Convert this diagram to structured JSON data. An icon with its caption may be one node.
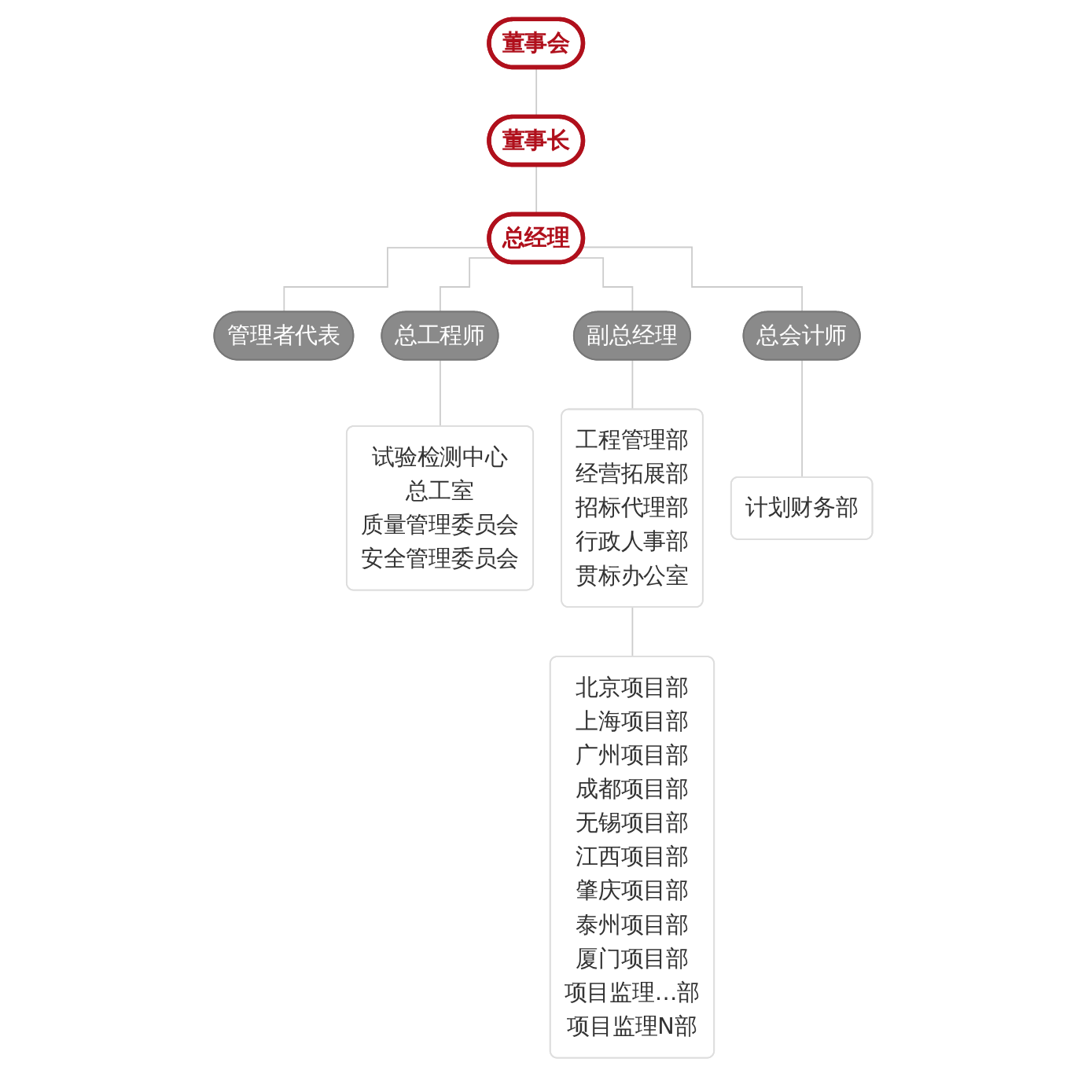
{
  "diagram": {
    "nodes": [
      {
        "text": [
          "董事会"
        ]
      },
      {
        "text": [
          "董事长"
        ]
      },
      {
        "text": [
          "总经理"
        ]
      },
      {
        "text": [
          "管理者代表"
        ]
      },
      {
        "text": [
          "总工程师"
        ]
      },
      {
        "text": [
          "副总经理"
        ]
      },
      {
        "text": [
          "总会计师"
        ]
      },
      {
        "text": [
          "试验检测中心",
          "总工室",
          "质量管理委员会",
          "安全管理委员会"
        ]
      },
      {
        "text": [
          "工程管理部",
          "经营拓展部",
          "招标代理部",
          "行政人事部",
          "贯标办公室"
        ]
      },
      {
        "text": [
          "计划财务部"
        ]
      },
      {
        "text": [
          "北京项目部",
          "上海项目部",
          "广州项目部",
          "成都项目部",
          "无锡项目部",
          "江西项目部",
          "肇庆项目部",
          "泰州项目部",
          "厦门项目部",
          "项目监理…部",
          "项目监理N部"
        ]
      }
    ],
    "edges": [
      {
        "from": 0,
        "to": 1,
        "arrow": "none"
      },
      {
        "from": 1,
        "to": 2,
        "arrow": "none"
      },
      {
        "from": 2,
        "to": 3,
        "arrow": "none"
      },
      {
        "from": 2,
        "to": 4,
        "arrow": "none"
      },
      {
        "from": 2,
        "to": 5,
        "arrow": "none"
      },
      {
        "from": 2,
        "to": 6,
        "arrow": "none"
      },
      {
        "from": 4,
        "to": 7,
        "arrow": "none"
      },
      {
        "from": 5,
        "to": 8,
        "arrow": "none"
      },
      {
        "from": 6,
        "to": 9,
        "arrow": "none"
      },
      {
        "from": 8,
        "to": 10,
        "arrow": "none"
      }
    ]
  }
}
